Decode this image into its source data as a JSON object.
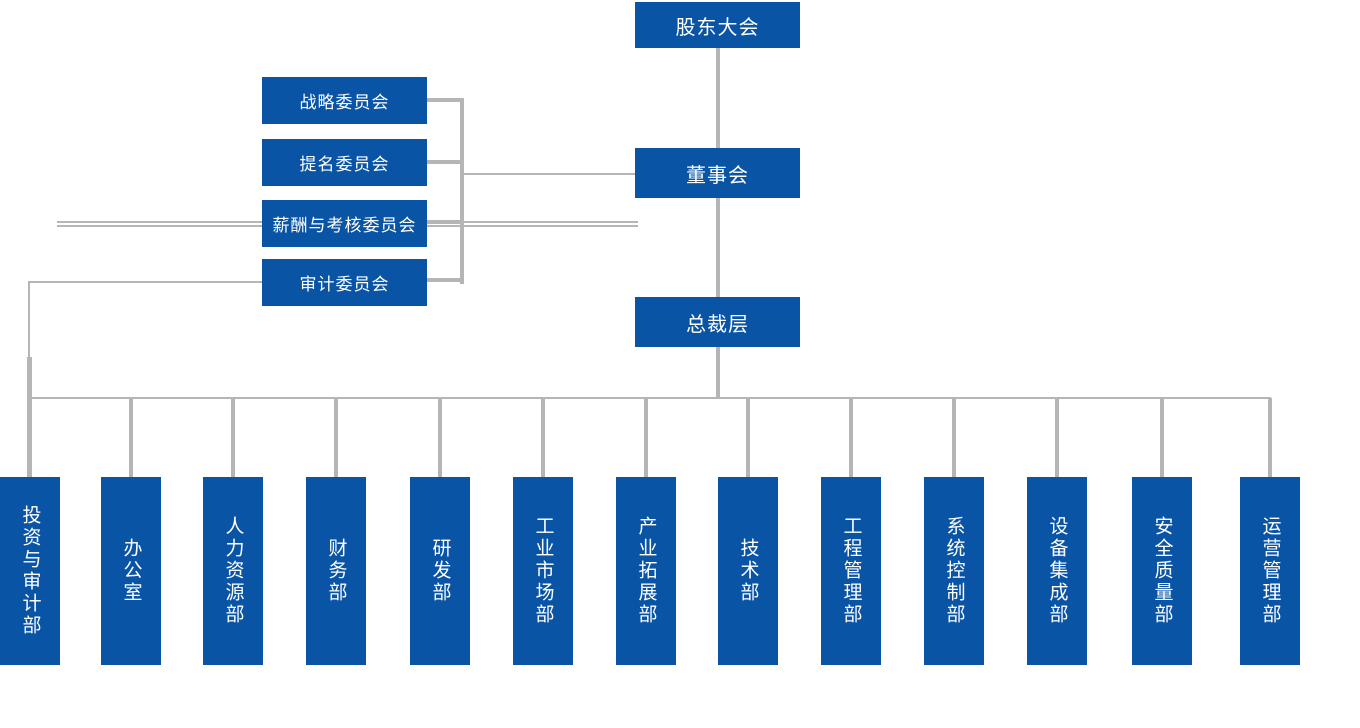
{
  "colors": {
    "node_fill": "#0a54a6",
    "node_text": "#ffffff",
    "connector_gray": "#b5b5b5",
    "background": "#ffffff"
  },
  "org": {
    "root": {
      "label": "股东大会"
    },
    "board": {
      "label": "董事会"
    },
    "executive": {
      "label": "总裁层"
    },
    "committees": [
      {
        "label": "战略委员会"
      },
      {
        "label": "提名委员会"
      },
      {
        "label": "薪酬与考核委员会"
      },
      {
        "label": "审计委员会"
      }
    ],
    "departments": [
      {
        "label": "投资与审计部"
      },
      {
        "label": "办公室"
      },
      {
        "label": "人力资源部"
      },
      {
        "label": "财务部"
      },
      {
        "label": "研发部"
      },
      {
        "label": "工业市场部"
      },
      {
        "label": "产业拓展部"
      },
      {
        "label": "技术部"
      },
      {
        "label": "工程管理部"
      },
      {
        "label": "系统控制部"
      },
      {
        "label": "设备集成部"
      },
      {
        "label": "安全质量部"
      },
      {
        "label": "运营管理部"
      }
    ]
  }
}
